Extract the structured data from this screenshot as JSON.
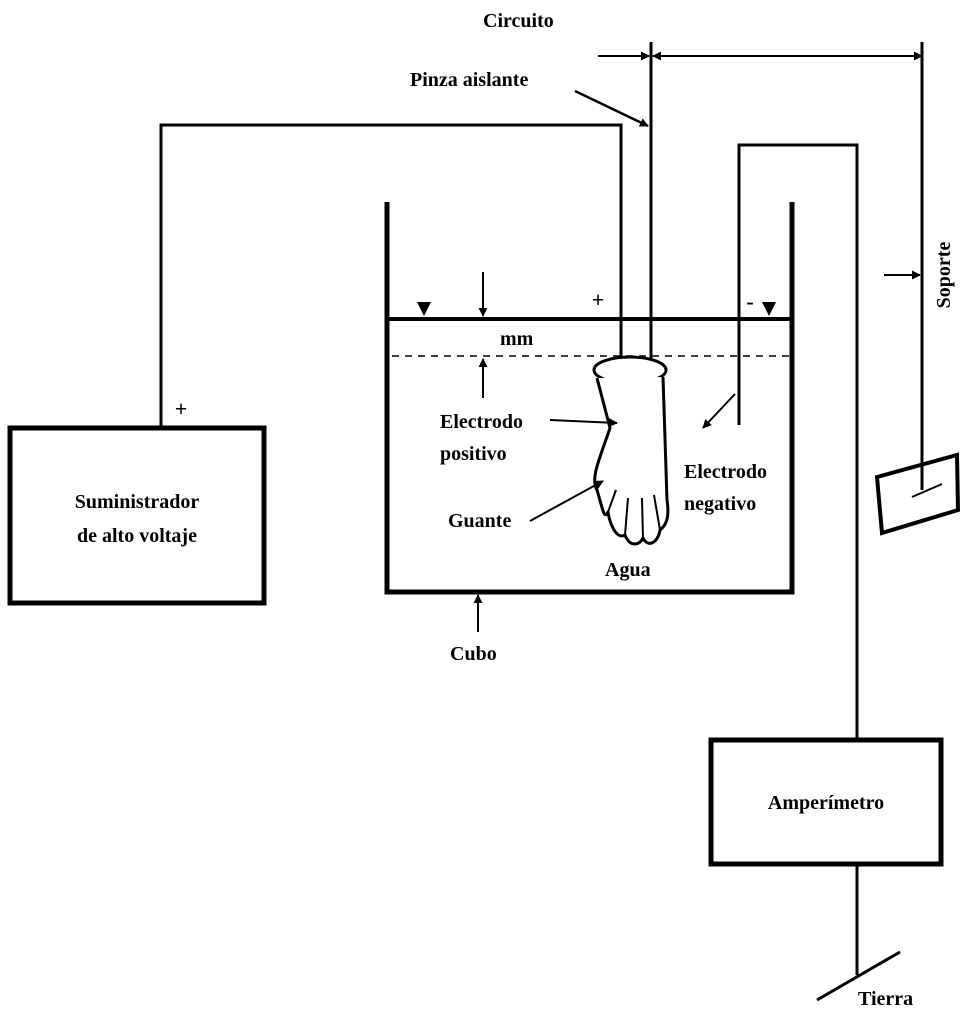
{
  "labels": {
    "circuito": "Circuito",
    "pinza_aislante": "Pinza aislante",
    "soporte": "Soporte",
    "mm": "mm",
    "electrodo_positivo_1": "Electrodo",
    "electrodo_positivo_2": "positivo",
    "electrodo_negativo_1": "Electrodo",
    "electrodo_negativo_2": "negativo",
    "guante": "Guante",
    "agua": "Agua",
    "cubo": "Cubo",
    "suministrador_1": "Suministrador",
    "suministrador_2": "de alto voltaje",
    "amperimetro": "Amperímetro",
    "tierra": "Tierra"
  },
  "signs": {
    "supply_plus": "+",
    "bath_plus": "+",
    "bath_minus": "-"
  }
}
